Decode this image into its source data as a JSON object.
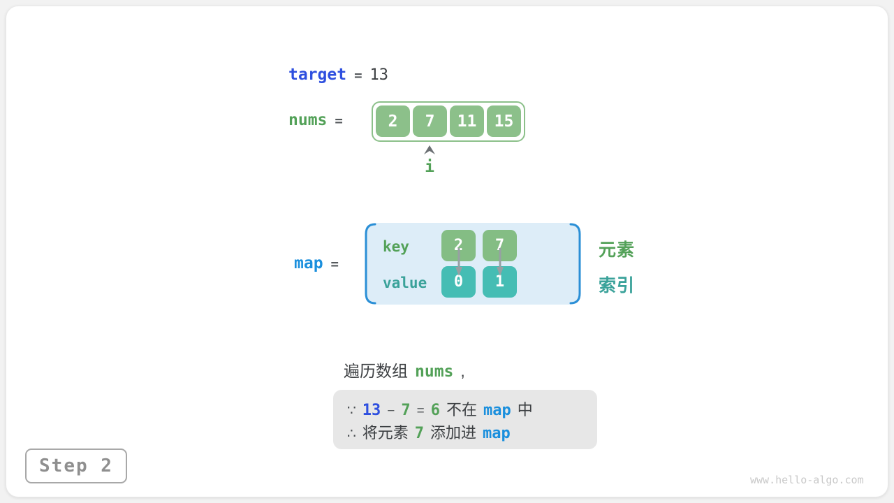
{
  "colors": {
    "keyword_blue": "#2e4fdf",
    "map_blue": "#1a8fdd",
    "green": "#53a158",
    "array_green_fill": "#8cc08a",
    "map_key_fill": "#84bd84",
    "teal_fill": "#45bdb4",
    "teal_text": "#3aa29a",
    "map_bg": "#ddedf8",
    "note_bg": "#e7e7e7",
    "dark_text": "#3d4043"
  },
  "header": {
    "target_label": "target",
    "equals": "=",
    "target_value": "13"
  },
  "nums": {
    "label": "nums",
    "equals": "=",
    "values": [
      "2",
      "7",
      "11",
      "15"
    ],
    "pointer_label": "i"
  },
  "map": {
    "label": "map",
    "equals": "=",
    "key_label": "key",
    "value_label": "value",
    "keys": [
      "2",
      "7"
    ],
    "values": [
      "0",
      "1"
    ],
    "element_label": "元素",
    "index_label": "索引"
  },
  "caption": {
    "prefix": "遍历数组",
    "code": "nums",
    "comma": ","
  },
  "note": {
    "line1": {
      "because": "∵",
      "minuend": "13",
      "minus": "−",
      "subtrahend": "7",
      "equals": "=",
      "difference": "6",
      "mid": "不在",
      "code": "map",
      "end": "中"
    },
    "line2": {
      "therefore": "∴",
      "start": "将元素",
      "value": "7",
      "mid": "添加进",
      "code": "map"
    }
  },
  "footer": {
    "step": "Step 2",
    "watermark": "www.hello-algo.com"
  }
}
